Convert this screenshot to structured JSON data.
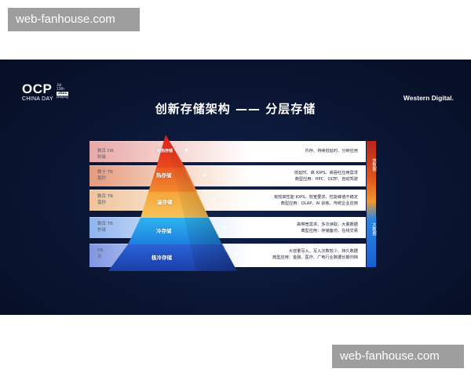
{
  "watermark": {
    "text": "web-fanhouse.com"
  },
  "slide": {
    "ocp_logo": {
      "main": "OCP",
      "sub": "CHINA DAY",
      "date_line": "Jul 13th",
      "year": "2021",
      "city": "Beijing"
    },
    "wd_logo": "Western Digital.",
    "title": "创新存储架构 —— 分层存储",
    "side_labels": {
      "hot": "快数据",
      "big": "大数据"
    },
    "tiers": [
      {
        "name": "超热存储",
        "left": "数百 DB\n秒级",
        "desc": [
          "内存、持续低延时、分钟应用"
        ]
      },
      {
        "name": "热存储",
        "left": "数十 TB\n毫秒",
        "desc": [
          "低延时、高 IOPS、高吞吐应用需求",
          "典型应用：HPC、OLTP、自动驾驶"
        ]
      },
      {
        "name": "温存储",
        "left": "数百 TB\n毫秒",
        "desc": [
          "有较高性能 IOPS、较宽要求、性能峰值不稳定",
          "典型应用：OLAP、AI 训练、传统企业应用"
        ]
      },
      {
        "name": "冷存储",
        "left": "数百 TB\n秒级",
        "desc": [
          "高带宽需求、多次读取、大量数据",
          "典型应用：存储备份、在线交易"
        ]
      },
      {
        "name": "极冷存储",
        "left": "PB\n天",
        "desc": [
          "大容量写入、写入次数较少、持久数据",
          "典型应用：金融、医疗、广电行业数据长期归档"
        ]
      }
    ],
    "colors": {
      "background": "#0a1532",
      "hot_accent": "#e0561c",
      "cold_accent": "#1a5fd4"
    }
  }
}
